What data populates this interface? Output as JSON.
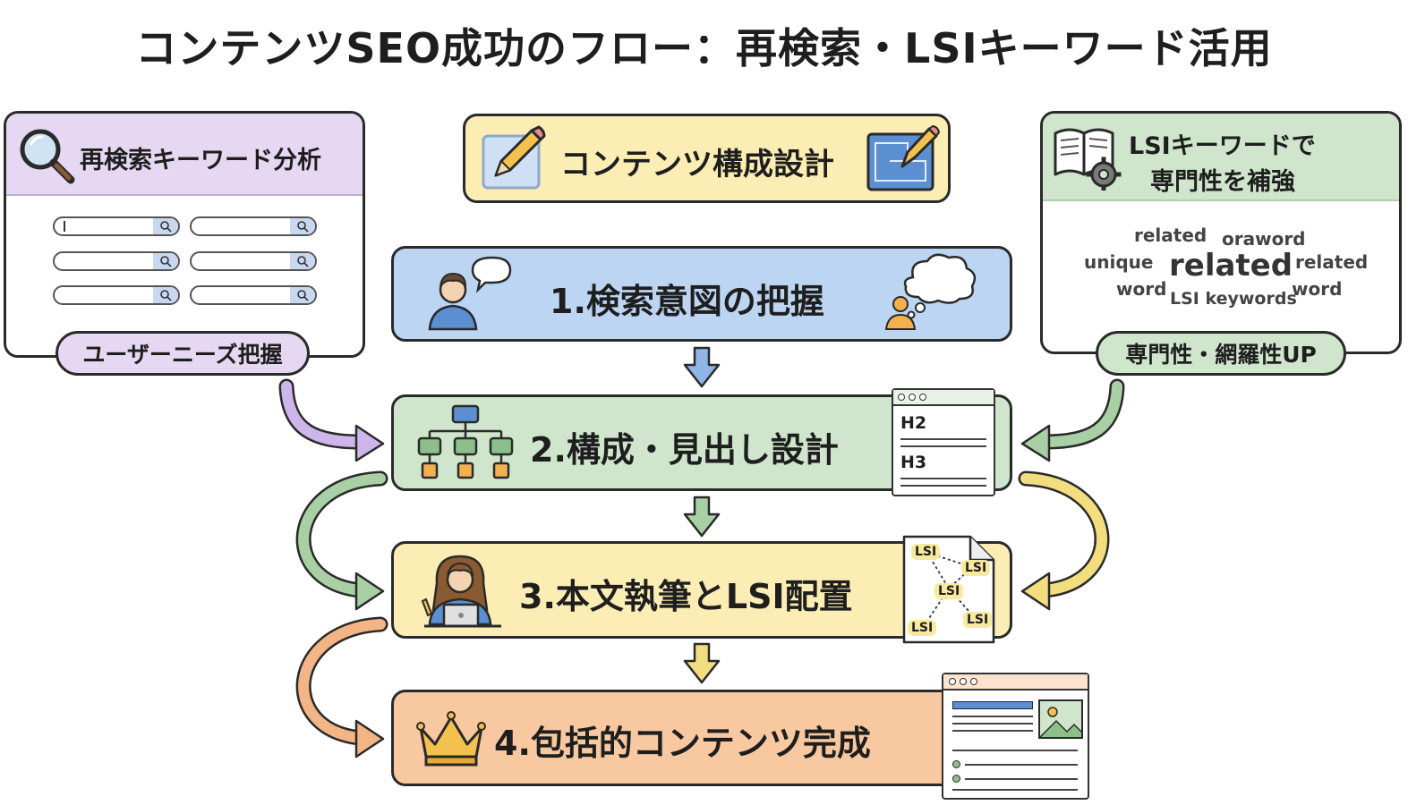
{
  "title": "コンテンツSEO成功のフロー：再検索・LSIキーワード活用",
  "left_panel": {
    "title": "再検索キーワード分析",
    "pill": "ユーザーニーズ把握"
  },
  "right_panel": {
    "title_line1": "LSIキーワードで",
    "title_line2": "専門性を補強",
    "pill": "専門性・網羅性UP",
    "words": [
      "related",
      "oraword",
      "unique",
      "related",
      "related",
      "word",
      "LSI keywords",
      "word"
    ]
  },
  "top_box": {
    "label": "コンテンツ構成設計"
  },
  "steps": [
    {
      "label": "1.検索意図の把握"
    },
    {
      "label": "2.構成・見出し設計"
    },
    {
      "label": "3.本文執筆とLSI配置"
    },
    {
      "label": "4.包括的コンテンツ完成"
    }
  ],
  "doc_headings": {
    "h2": "H2",
    "h3": "H3"
  },
  "lsi_tags": [
    "LSI",
    "LSI",
    "LSI",
    "LSI",
    "LSI"
  ],
  "colors": {
    "purple": "#e6d8f2",
    "yellow": "#fbedb4",
    "blue": "#bcd5f2",
    "green": "#cfe6cc",
    "orange": "#f8c9a0",
    "arrow_blue": "#8fb6e6",
    "arrow_green": "#a9d0a4",
    "arrow_yellow": "#f3de7f",
    "arrow_purple": "#cdb6ea",
    "arrow_orange": "#f4b586"
  }
}
